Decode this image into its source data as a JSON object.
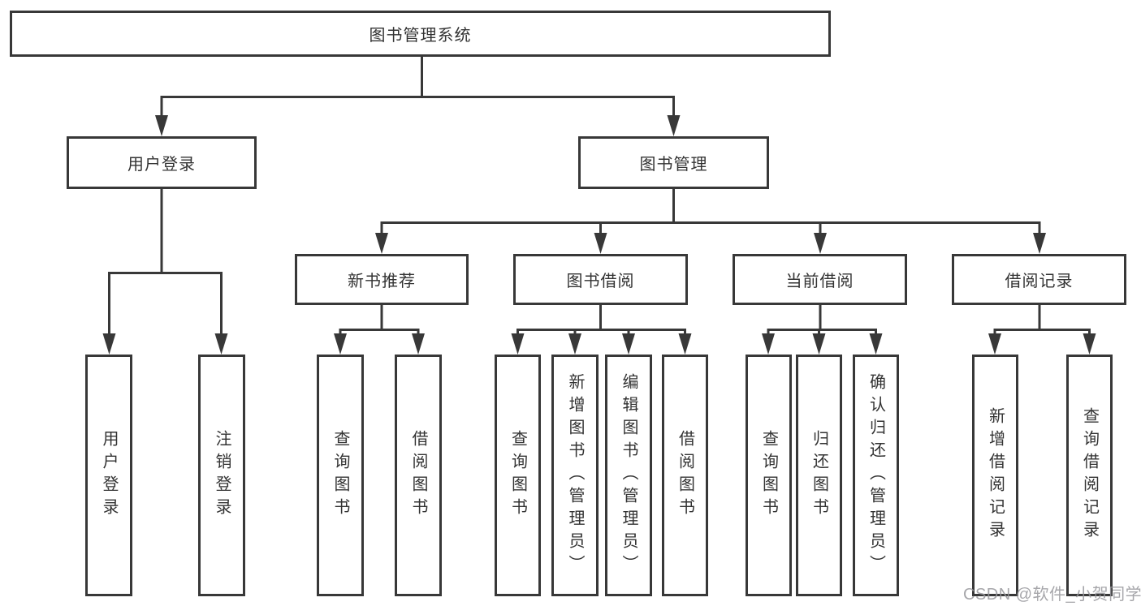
{
  "diagram": {
    "root": {
      "label": "图书管理系统"
    },
    "level2": [
      {
        "label": "用户登录"
      },
      {
        "label": "图书管理"
      }
    ],
    "level3": [
      {
        "label": "新书推荐"
      },
      {
        "label": "图书借阅"
      },
      {
        "label": "当前借阅"
      },
      {
        "label": "借阅记录"
      }
    ],
    "leaves": {
      "user_login": [
        "用户登录",
        "注销登录"
      ],
      "new_books": [
        "查询图书",
        "借阅图书"
      ],
      "book_borrow": [
        "查询图书",
        "新增图书（管理员）",
        "编辑图书（管理员）",
        "借阅图书"
      ],
      "current_borrow": [
        "查询图书",
        "归还图书",
        "确认归还（管理员）"
      ],
      "borrow_records": [
        "新增借阅记录",
        "查询借阅记录"
      ]
    }
  },
  "watermark": {
    "text": "CSDN @软件_小贺同学"
  },
  "colors": {
    "line": "#383838",
    "text": "#333333",
    "background": "#ffffff",
    "watermark": "#96969b"
  }
}
